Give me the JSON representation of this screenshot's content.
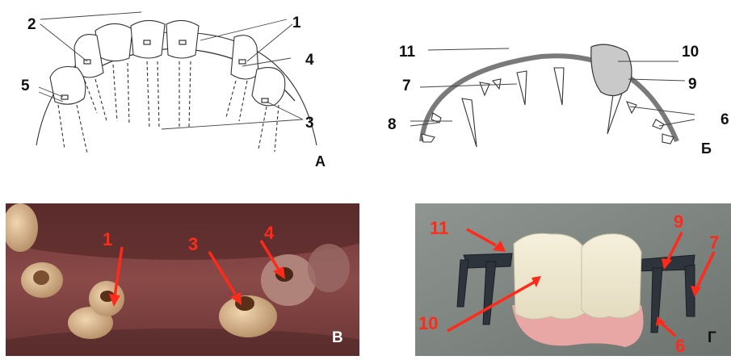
{
  "panels": {
    "a": {
      "letter": "А",
      "labels": {
        "l1": "1",
        "l2": "2",
        "l3": "3",
        "l4": "4",
        "l5": "5"
      }
    },
    "b": {
      "letter": "Б",
      "labels": {
        "l11": "11",
        "l10": "10",
        "l7": "7",
        "l9": "9",
        "l8": "8",
        "l6": "6"
      }
    },
    "v": {
      "letter": "В",
      "labels": {
        "l1": "1",
        "l3": "3",
        "l4": "4"
      }
    },
    "g": {
      "letter": "Г",
      "labels": {
        "l11": "11",
        "l9": "9",
        "l7": "7",
        "l10": "10",
        "l6": "6"
      }
    }
  },
  "colors": {
    "ink": "#111111",
    "sketch": "#333333",
    "frame": "#7a7a7a",
    "crown": "#c9c9c9",
    "arrow_red": "#ff2a1a"
  }
}
